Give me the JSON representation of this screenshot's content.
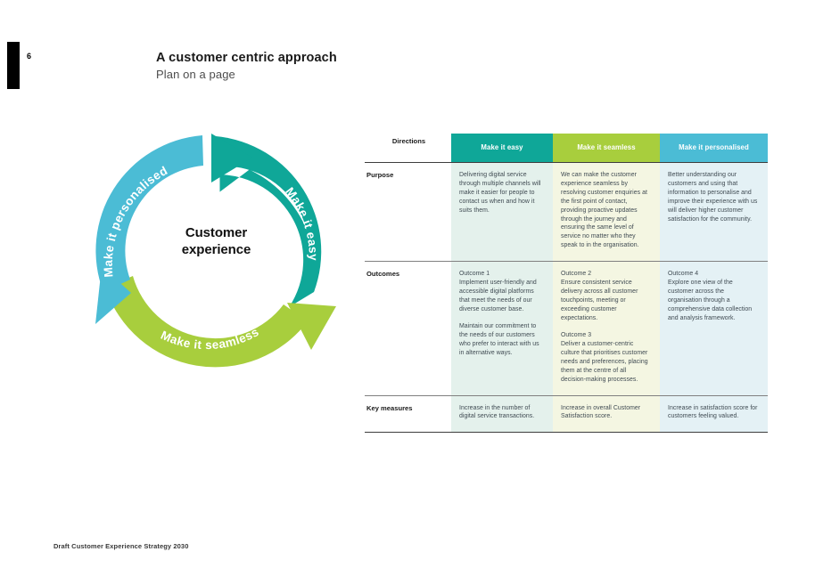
{
  "header": {
    "page_number": "6",
    "title": "A customer centric approach",
    "subtitle": "Plan on a page"
  },
  "footer": {
    "text": "Draft Customer Experience Strategy 2030"
  },
  "diagram": {
    "center_line1": "Customer",
    "center_line2": "experience",
    "segments": [
      {
        "label": "Make it easy",
        "color": "#0fa798"
      },
      {
        "label": "Make it seamless",
        "color": "#a8ce3d"
      },
      {
        "label": "Make it personalised",
        "color": "#4bbcd5"
      }
    ]
  },
  "table": {
    "header": {
      "row_label": "Directions",
      "columns": [
        {
          "label": "Make it easy",
          "color": "#0fa798",
          "tint": "#e4f1ec"
        },
        {
          "label": "Make it seamless",
          "color": "#a8ce3d",
          "tint": "#f4f6e2"
        },
        {
          "label": "Make it personalised",
          "color": "#4bbcd5",
          "tint": "#e4f1f5"
        }
      ]
    },
    "rows": [
      {
        "label": "Purpose",
        "cells": [
          {
            "paragraphs": [
              "Delivering digital service through multiple channels will make it easier for people to contact us when and how it suits them."
            ]
          },
          {
            "paragraphs": [
              "We can make the customer experience seamless by resolving customer enquiries at the first point of contact, providing proactive updates through the journey and ensuring the same level of service no matter who they speak to in the organisation."
            ]
          },
          {
            "paragraphs": [
              "Better understanding our customers and using that information to personalise and improve their experience with us will deliver higher customer satisfaction for the community."
            ]
          }
        ]
      },
      {
        "label": "Outcomes",
        "cells": [
          {
            "paragraphs": [
              "Outcome 1\nImplement user-friendly and accessible digital platforms that meet the needs of our diverse customer base.",
              "Maintain our commitment to the needs of our customers who prefer to interact with us in alternative ways."
            ]
          },
          {
            "paragraphs": [
              "Outcome 2\nEnsure consistent service delivery across all customer touchpoints, meeting or exceeding customer expectations.",
              "Outcome 3\nDeliver a customer-centric culture that prioritises customer needs and preferences, placing them at the centre of all decision-making processes."
            ]
          },
          {
            "paragraphs": [
              "Outcome 4\nExplore one view of the customer across the organisation through a comprehensive data collection and analysis framework."
            ]
          }
        ]
      },
      {
        "label": "Key measures",
        "cells": [
          {
            "paragraphs": [
              "Increase in the number of digital service transactions."
            ]
          },
          {
            "paragraphs": [
              "Increase in overall Customer Satisfaction score."
            ]
          },
          {
            "paragraphs": [
              "Increase in satisfaction score for customers feeling valued."
            ]
          }
        ]
      }
    ]
  }
}
